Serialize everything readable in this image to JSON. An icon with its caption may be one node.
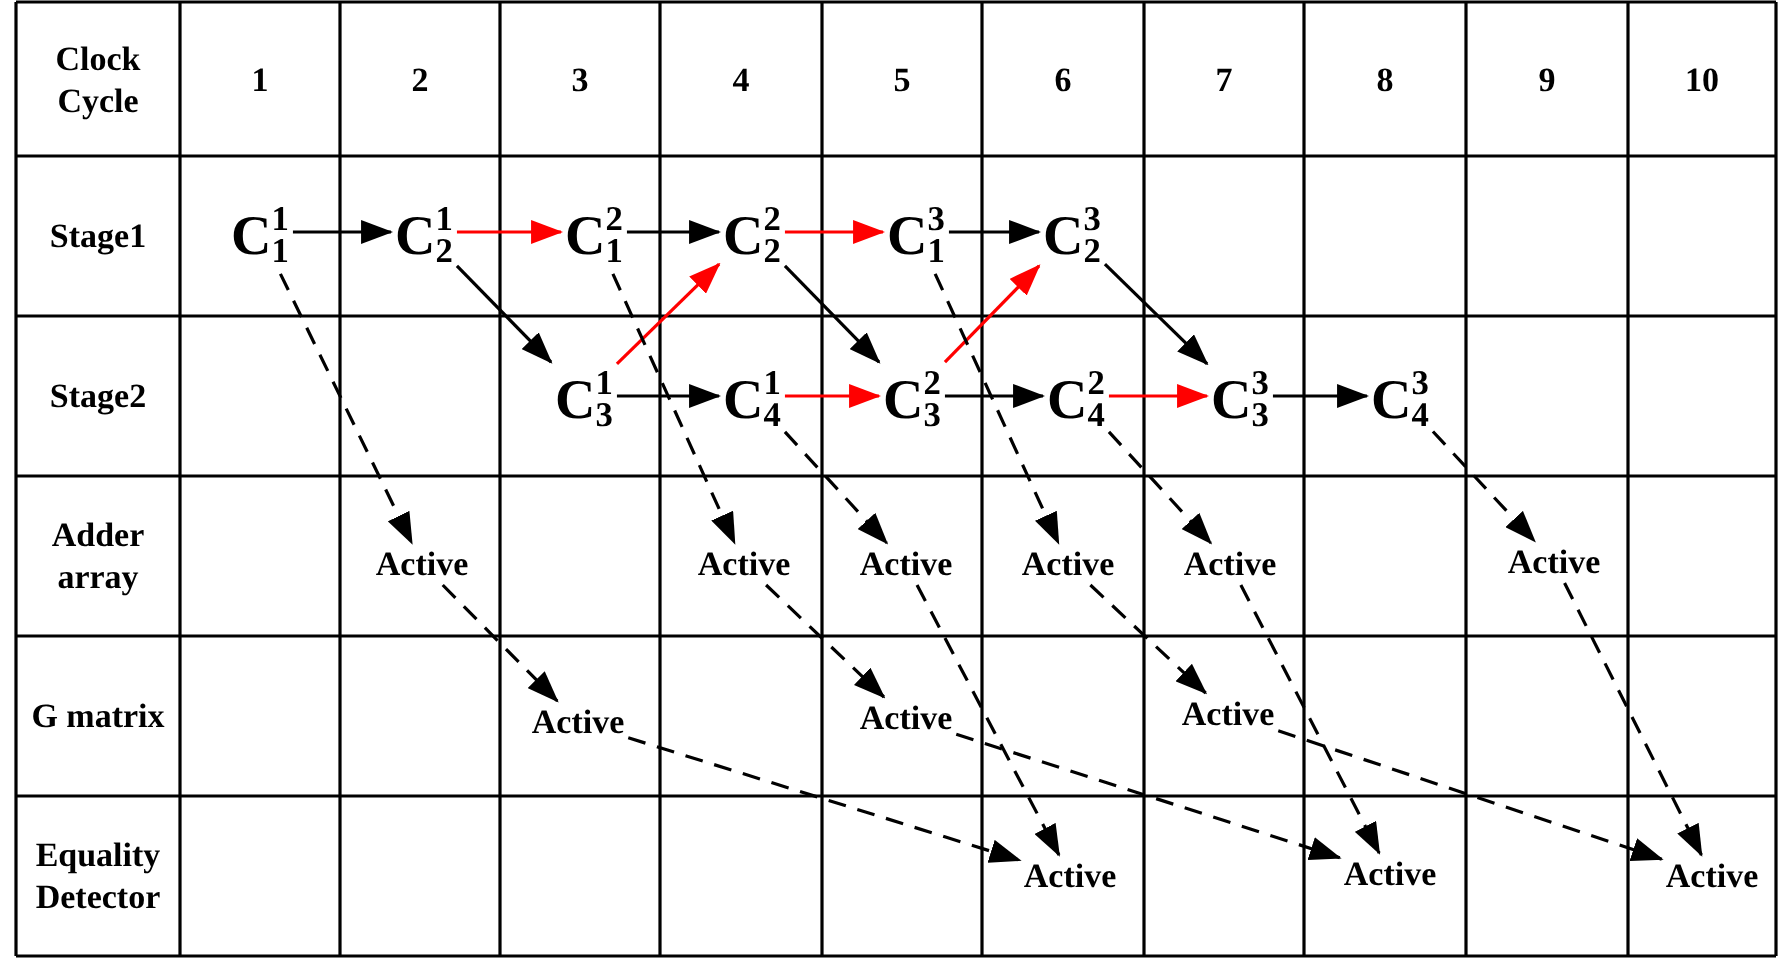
{
  "diagram": {
    "nodes": [
      {
        "text": [
          "C$^{1}$$_{1}$"
        ]
      },
      {
        "text": [
          "C$^{1}$$_{2}$"
        ]
      },
      {
        "text": [
          "C$^{2}$$_{1}$"
        ]
      },
      {
        "text": [
          "C$^{2}$$_{2}$"
        ]
      },
      {
        "text": [
          "C$^{3}$$_{1}$"
        ]
      },
      {
        "text": [
          "C$^{3}$$_{2}$"
        ]
      },
      {
        "text": [
          "C$^{1}$$_{3}$"
        ]
      },
      {
        "text": [
          "C$^{1}$$_{4}$"
        ]
      },
      {
        "text": [
          "C$^{2}$$_{3}$"
        ]
      },
      {
        "text": [
          "C$^{2}$$_{4}$"
        ]
      },
      {
        "text": [
          "C$^{3}$$_{3}$"
        ]
      },
      {
        "text": [
          "C$^{3}$$_{4}$"
        ]
      },
      {
        "text": [
          "Active"
        ]
      },
      {
        "text": [
          "Active"
        ]
      },
      {
        "text": [
          "Active"
        ]
      },
      {
        "text": [
          "Active"
        ]
      },
      {
        "text": [
          "Active"
        ]
      },
      {
        "text": [
          "Active"
        ]
      },
      {
        "text": [
          "Active"
        ]
      },
      {
        "text": [
          "Active"
        ]
      },
      {
        "text": [
          "Active"
        ]
      },
      {
        "text": [
          "Active"
        ]
      },
      {
        "text": [
          "Active"
        ]
      },
      {
        "text": [
          "Active"
        ]
      }
    ],
    "edges": [
      {
        "from": 0,
        "to": 1,
        "arrow": "to"
      },
      {
        "from": 1,
        "to": 2,
        "arrow": "to",
        "color": "#ff0000"
      },
      {
        "from": 2,
        "to": 3,
        "arrow": "to"
      },
      {
        "from": 3,
        "to": 4,
        "arrow": "to",
        "color": "#ff0000"
      },
      {
        "from": 4,
        "to": 5,
        "arrow": "to"
      },
      {
        "from": 1,
        "to": 6,
        "arrow": "to"
      },
      {
        "from": 3,
        "to": 8,
        "arrow": "to"
      },
      {
        "from": 5,
        "to": 10,
        "arrow": "to"
      },
      {
        "from": 6,
        "to": 3,
        "arrow": "to",
        "color": "#ff0000"
      },
      {
        "from": 8,
        "to": 5,
        "arrow": "to",
        "color": "#ff0000"
      },
      {
        "from": 6,
        "to": 7,
        "arrow": "to"
      },
      {
        "from": 7,
        "to": 8,
        "arrow": "to",
        "color": "#ff0000"
      },
      {
        "from": 8,
        "to": 9,
        "arrow": "to"
      },
      {
        "from": 9,
        "to": 10,
        "arrow": "to",
        "color": "#ff0000"
      },
      {
        "from": 10,
        "to": 11,
        "arrow": "to"
      },
      {
        "from": 0,
        "to": 12,
        "arrow": "to",
        "style": "dashed"
      },
      {
        "from": 12,
        "to": 18,
        "arrow": "to",
        "style": "dashed"
      },
      {
        "from": 18,
        "to": 21,
        "arrow": "to",
        "style": "dashed"
      },
      {
        "from": 2,
        "to": 13,
        "arrow": "to",
        "style": "dashed"
      },
      {
        "from": 13,
        "to": 19,
        "arrow": "to",
        "style": "dashed"
      },
      {
        "from": 19,
        "to": 22,
        "arrow": "to",
        "style": "dashed"
      },
      {
        "from": 7,
        "to": 14,
        "arrow": "to",
        "style": "dashed"
      },
      {
        "from": 14,
        "to": 21,
        "arrow": "to",
        "style": "dashed"
      },
      {
        "from": 4,
        "to": 15,
        "arrow": "to",
        "style": "dashed"
      },
      {
        "from": 15,
        "to": 20,
        "arrow": "to",
        "style": "dashed"
      },
      {
        "from": 20,
        "to": 23,
        "arrow": "to",
        "style": "dashed"
      },
      {
        "from": 9,
        "to": 16,
        "arrow": "to",
        "style": "dashed"
      },
      {
        "from": 16,
        "to": 22,
        "arrow": "to",
        "style": "dashed"
      },
      {
        "from": 11,
        "to": 17,
        "arrow": "to",
        "style": "dashed"
      },
      {
        "from": 17,
        "to": 23,
        "arrow": "to",
        "style": "dashed"
      }
    ],
    "labels": [
      "Clock Cycle",
      "1",
      "2",
      "3",
      "4",
      "5",
      "6",
      "7",
      "8",
      "9",
      "10",
      "Stage1",
      "Stage2",
      "Adder array",
      "G matrix",
      "Equality Detector"
    ]
  }
}
